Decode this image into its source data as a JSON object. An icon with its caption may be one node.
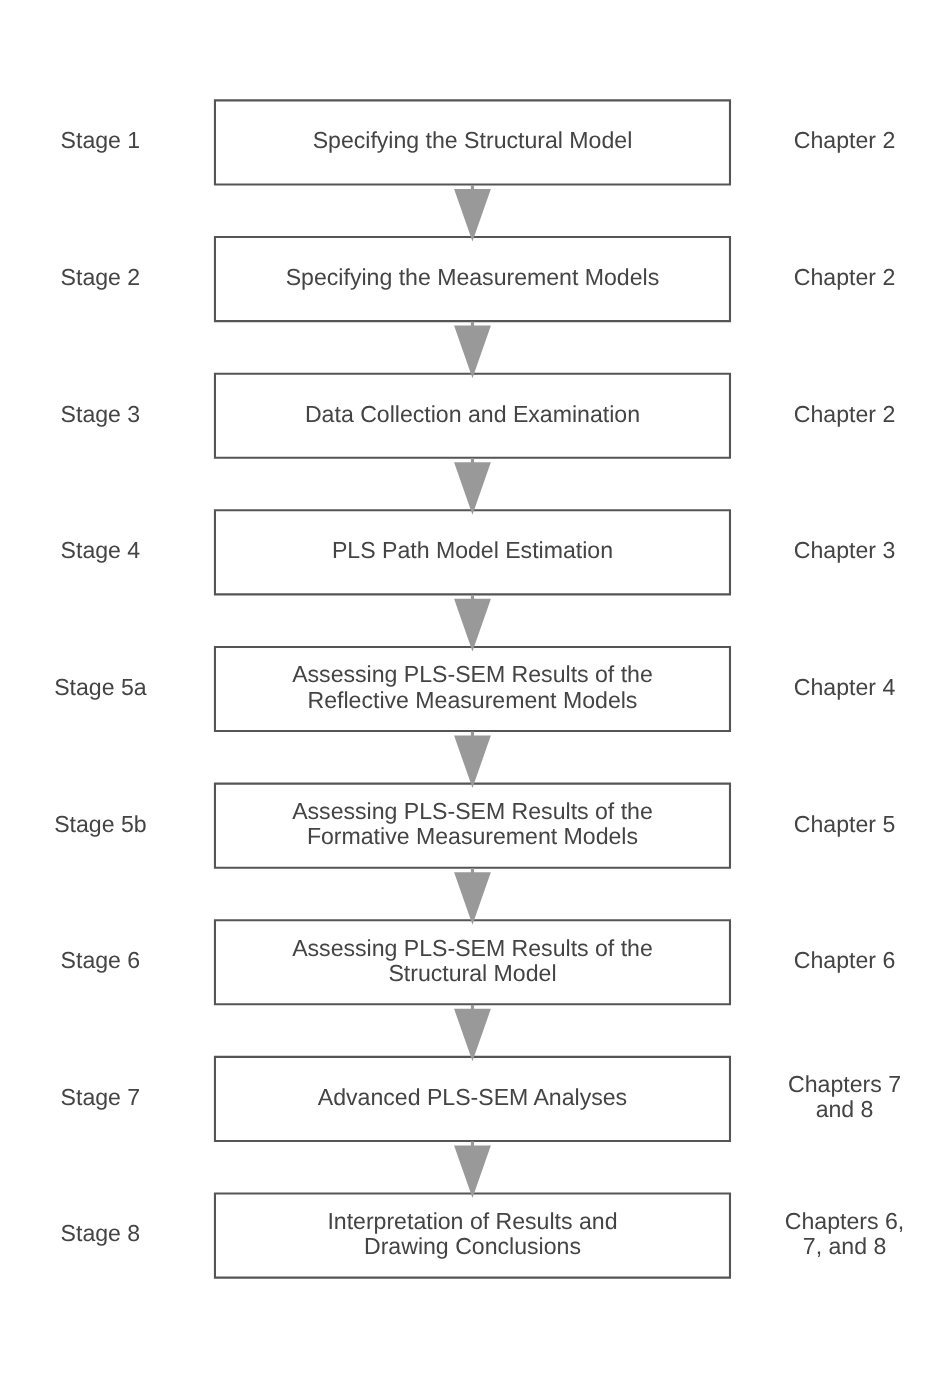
{
  "diagram": {
    "nodes": [
      {
        "text": [
          "Specifying the Structural Model"
        ],
        "beside": [
          "Stage 1",
          "Chapter 2"
        ]
      },
      {
        "text": [
          "Specifying the Measurement Models"
        ],
        "beside": [
          "Stage 2",
          "Chapter 2"
        ]
      },
      {
        "text": [
          "Data Collection and Examination"
        ],
        "beside": [
          "Stage 3",
          "Chapter 2"
        ]
      },
      {
        "text": [
          "PLS Path Model Estimation"
        ],
        "beside": [
          "Stage 4",
          "Chapter 3"
        ]
      },
      {
        "text": [
          "Assessing PLS-SEM Results of the Reflective Measurement Models"
        ],
        "beside": [
          "Stage 5a",
          "Chapter 4"
        ]
      },
      {
        "text": [
          "Assessing PLS-SEM Results of the Formative Measurement Models"
        ],
        "beside": [
          "Stage 5b",
          "Chapter 5"
        ]
      },
      {
        "text": [
          "Assessing PLS-SEM Results of the Structural Model"
        ],
        "beside": [
          "Stage 6",
          "Chapter 6"
        ]
      },
      {
        "text": [
          "Advanced PLS-SEM Analyses"
        ],
        "beside": [
          "Stage 7",
          "Chapters 7 and 8"
        ]
      },
      {
        "text": [
          "Interpretation of Results and Drawing Conclusions"
        ],
        "beside": [
          "Stage 8",
          "Chapters 6, 7, and 8"
        ]
      }
    ],
    "edges": [
      {
        "from": 0,
        "to": 1,
        "arrow": "to"
      },
      {
        "from": 1,
        "to": 2,
        "arrow": "to"
      },
      {
        "from": 2,
        "to": 3,
        "arrow": "to"
      },
      {
        "from": 3,
        "to": 4,
        "arrow": "to"
      },
      {
        "from": 4,
        "to": 5,
        "arrow": "to"
      },
      {
        "from": 5,
        "to": 6,
        "arrow": "to"
      },
      {
        "from": 6,
        "to": 7,
        "arrow": "to"
      },
      {
        "from": 7,
        "to": 8,
        "arrow": "to"
      }
    ]
  }
}
